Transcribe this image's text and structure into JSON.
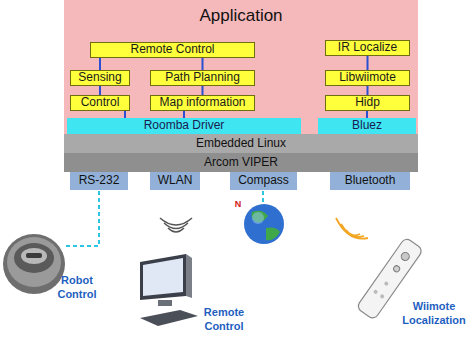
{
  "diagram": {
    "nodes": [
      {
        "text": [
          "Application"
        ]
      },
      {
        "text": [
          "Remote Control"
        ],
        "in": 0
      },
      {
        "text": [
          "Sensing"
        ],
        "in": 0
      },
      {
        "text": [
          "Path Planning"
        ],
        "in": 0
      },
      {
        "text": [
          "Control"
        ],
        "in": 0
      },
      {
        "text": [
          "Map information"
        ],
        "in": 0
      },
      {
        "text": [
          "Roomba Driver"
        ],
        "in": 0
      },
      {
        "text": [
          "IR Localize"
        ],
        "in": 0
      },
      {
        "text": [
          "Libwiimote"
        ],
        "in": 0
      },
      {
        "text": [
          "Hidp"
        ],
        "in": 0
      },
      {
        "text": [
          "Bluez"
        ],
        "in": 0
      },
      {
        "text": [
          "Embedded Linux"
        ]
      },
      {
        "text": [
          "Arcom VIPER"
        ]
      },
      {
        "text": [
          "RS-232"
        ]
      },
      {
        "text": [
          "WLAN"
        ]
      },
      {
        "text": [
          "Compass"
        ]
      },
      {
        "text": [
          "Bluetooth"
        ]
      }
    ],
    "edges": [
      {
        "from": 1,
        "to": 2,
        "arrow": "none"
      },
      {
        "from": 1,
        "to": 3,
        "arrow": "none"
      },
      {
        "from": 2,
        "to": 4,
        "arrow": "none"
      },
      {
        "from": 3,
        "to": 5,
        "arrow": "none"
      },
      {
        "from": 4,
        "to": 6,
        "arrow": "none"
      },
      {
        "from": 5,
        "to": 6,
        "arrow": "none"
      },
      {
        "from": 7,
        "to": 8,
        "arrow": "none"
      },
      {
        "from": 8,
        "to": 9,
        "arrow": "none"
      },
      {
        "from": 9,
        "to": 10,
        "arrow": "none"
      }
    ],
    "labels": [
      "Robot Control",
      "Remote Control",
      "Wiimote Localization",
      "N"
    ]
  }
}
